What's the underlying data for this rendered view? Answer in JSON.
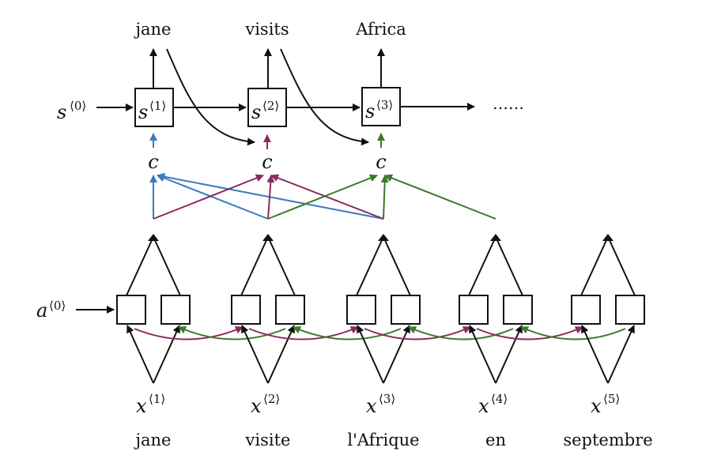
{
  "colors": {
    "black": "#111111",
    "blue": "#3a7bbf",
    "purple": "#8b2a62",
    "green": "#3a7a2a"
  },
  "outputs": [
    "jane",
    "visits",
    "Africa"
  ],
  "decoder": {
    "initial_state": {
      "symbol": "s",
      "index": "0"
    },
    "states": [
      {
        "symbol": "s",
        "index": "1"
      },
      {
        "symbol": "s",
        "index": "2"
      },
      {
        "symbol": "s",
        "index": "3"
      }
    ],
    "continuation": "……",
    "context_label": "c"
  },
  "encoder": {
    "initial_activation": {
      "symbol": "a",
      "index": "0"
    },
    "inputs": [
      {
        "symbol": "x",
        "index": "1",
        "word": "jane"
      },
      {
        "symbol": "x",
        "index": "2",
        "word": "visite"
      },
      {
        "symbol": "x",
        "index": "3",
        "word": "l'Afrique"
      },
      {
        "symbol": "x",
        "index": "4",
        "word": "en"
      },
      {
        "symbol": "x",
        "index": "5",
        "word": "septembre"
      }
    ]
  },
  "attention": [
    {
      "context": 1,
      "color": "blue",
      "sources": [
        1,
        2,
        3
      ]
    },
    {
      "context": 2,
      "color": "purple",
      "sources": [
        1,
        2,
        3
      ]
    },
    {
      "context": 3,
      "color": "green",
      "sources": [
        2,
        3,
        4
      ]
    }
  ]
}
